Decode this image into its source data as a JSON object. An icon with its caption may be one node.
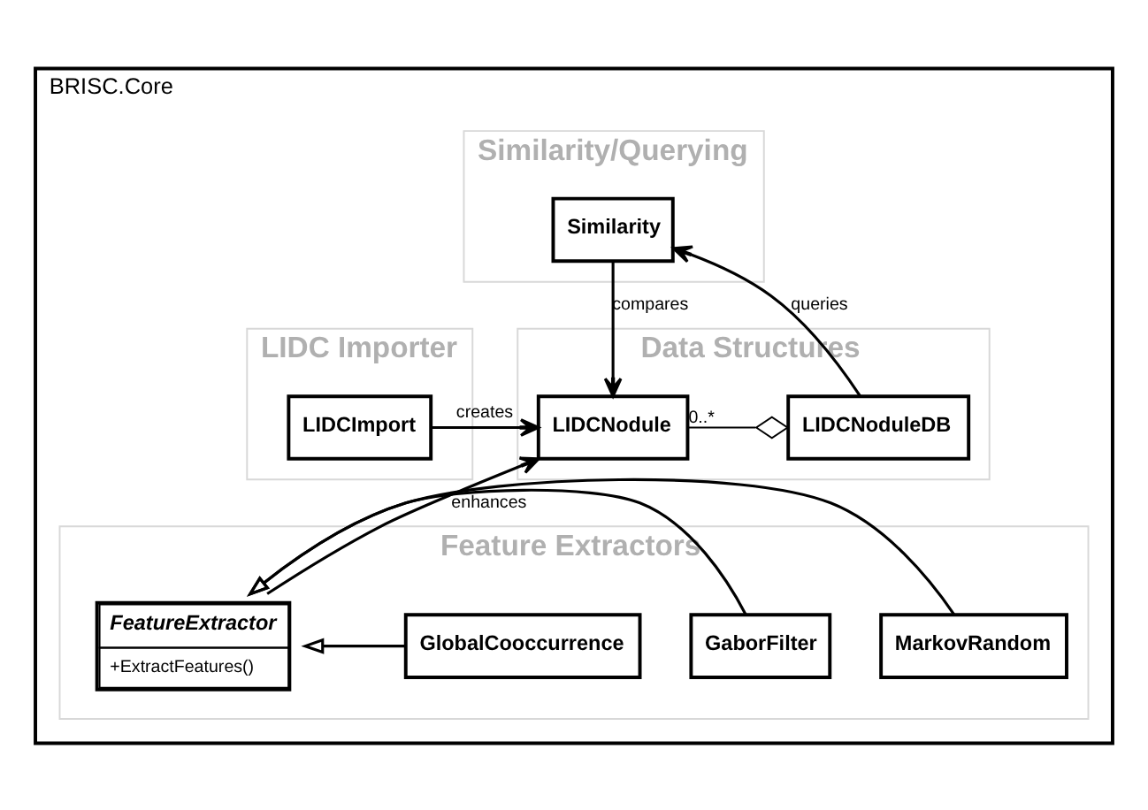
{
  "diagram": {
    "nodes": [
      {
        "text": [
          "BRISC.Core"
        ]
      },
      {
        "text": [
          "Similarity/Querying"
        ],
        "in": 0
      },
      {
        "text": [
          "Similarity"
        ],
        "in": 1
      },
      {
        "text": [
          "LIDC Importer"
        ],
        "in": 0
      },
      {
        "text": [
          "LIDCImport"
        ],
        "in": 3
      },
      {
        "text": [
          "Data Structures"
        ],
        "in": 0
      },
      {
        "text": [
          "LIDCNodule"
        ],
        "in": 5
      },
      {
        "text": [
          "LIDCNoduleDB"
        ],
        "in": 5
      },
      {
        "text": [
          "Feature Extractors"
        ],
        "in": 0
      },
      {
        "text": [
          "FeatureExtractor",
          "+ExtractFeatures()"
        ],
        "in": 8
      },
      {
        "text": [
          "GlobalCooccurrence"
        ],
        "in": 8
      },
      {
        "text": [
          "GaborFilter"
        ],
        "in": 8
      },
      {
        "text": [
          "MarkovRandom"
        ],
        "in": 8
      }
    ],
    "edges": [
      {
        "from": 2,
        "to": 6,
        "arrow": "to",
        "label": "compares"
      },
      {
        "from": 7,
        "to": 2,
        "arrow": "to",
        "label": "queries"
      },
      {
        "from": 4,
        "to": 6,
        "arrow": "to",
        "label": "creates"
      },
      {
        "from": 6,
        "to": 7,
        "arrow": "other",
        "label": "0..*"
      },
      {
        "from": 9,
        "to": 6,
        "arrow": "to",
        "label": "enhances"
      },
      {
        "from": 10,
        "to": 9,
        "arrow": "to"
      },
      {
        "from": 11,
        "to": 9,
        "arrow": "to"
      },
      {
        "from": 12,
        "to": 9,
        "arrow": "to"
      }
    ]
  }
}
